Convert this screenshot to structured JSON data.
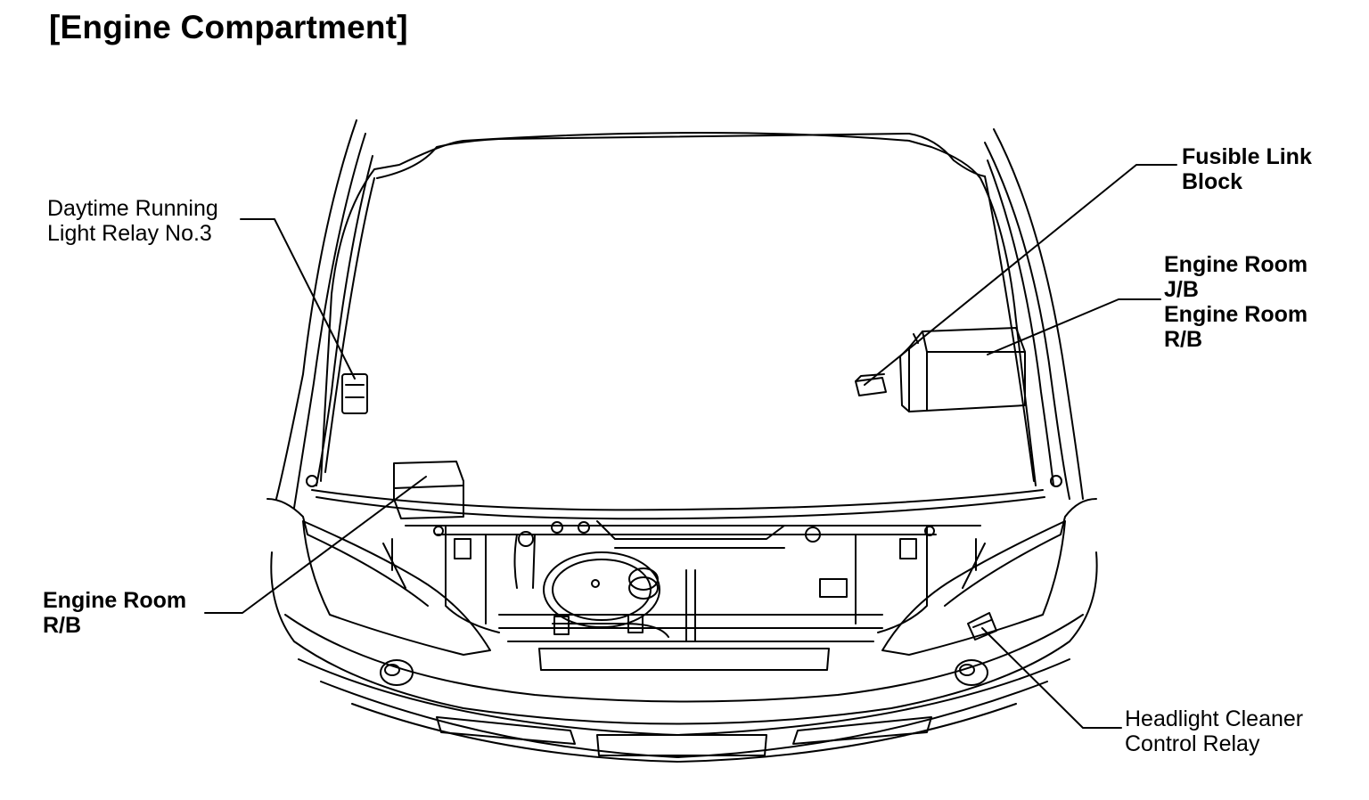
{
  "title": "[Engine Compartment]",
  "labels": {
    "drl_relay": [
      "Daytime Running",
      "Light Relay No.3"
    ],
    "fusible_link": [
      "Fusible Link",
      "Block"
    ],
    "engine_room_jb_rb": [
      "Engine Room",
      "J/B",
      "Engine Room",
      "R/B"
    ],
    "engine_room_rb_left": [
      "Engine Room",
      "R/B"
    ],
    "headlight_cleaner": [
      "Headlight Cleaner",
      "Control Relay"
    ]
  }
}
